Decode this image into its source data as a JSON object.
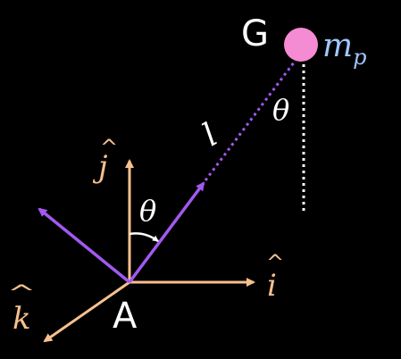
{
  "labels": {
    "point_g": "G",
    "point_a": "A",
    "mass": "m",
    "mass_subscript": "p",
    "length": "l",
    "theta_top": "θ",
    "theta_bottom": "θ",
    "unit_i": "i",
    "unit_j": "j",
    "unit_k": "k",
    "hat_i": "^",
    "hat_j": "^",
    "hat_k": "^"
  },
  "colors": {
    "background": "#000000",
    "axis": "#f7c08f",
    "rod": "#a259f0",
    "mass_fill": "#f58bd2",
    "mass_label": "#9fc8ff",
    "white": "#ffffff"
  }
}
